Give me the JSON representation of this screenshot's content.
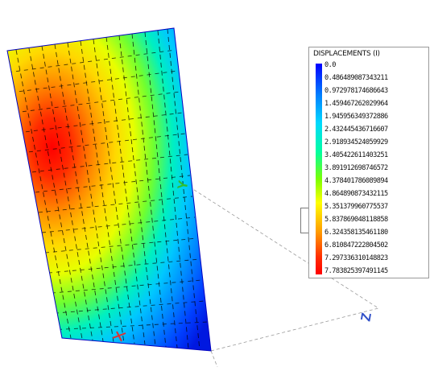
{
  "legend": {
    "title": "DISPLACEMENTS (I)",
    "values": [
      "0.0",
      "0.486489087343211",
      "0.972978174686643",
      "1.459467262029964",
      "1.945956349372886",
      "2.432445436716607",
      "2.918934524059929",
      "3.405422611403251",
      "3.891912698746572",
      "4.378401786089894",
      "4.864890873432115",
      "5.351379960775537",
      "5.837869048118858",
      "6.324358135461180",
      "6.810847222804502",
      "7.297336310148823",
      "7.783825397491145"
    ]
  },
  "axes": {
    "y": "Y",
    "z": "Z"
  },
  "colors": {
    "axis_y": "#2fbf2f",
    "axis_z": "#3050c8",
    "axis_x": "#e03030"
  }
}
